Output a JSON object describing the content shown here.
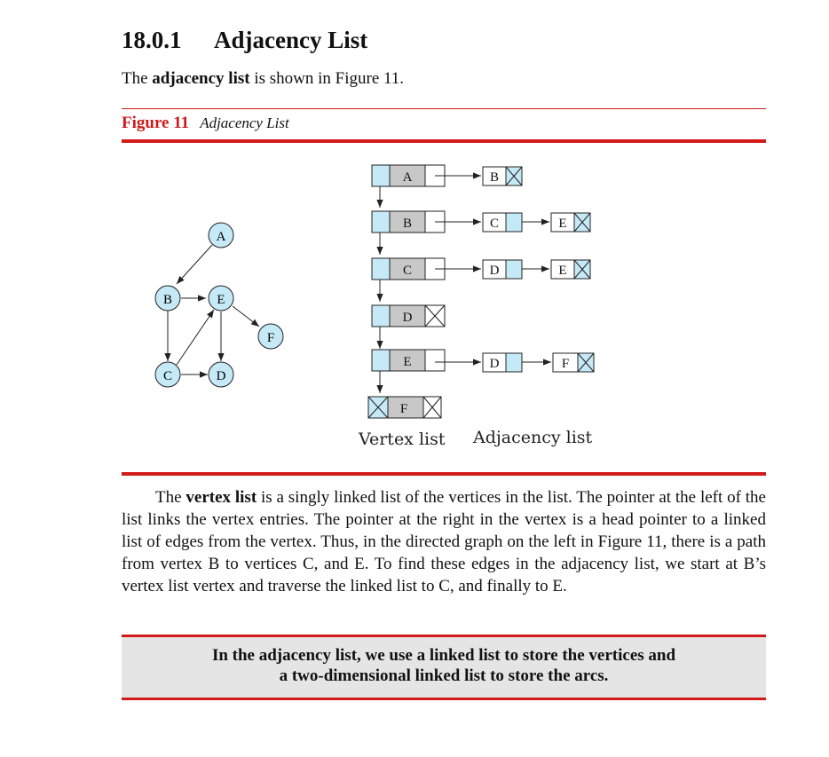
{
  "section": {
    "number": "18.0.1",
    "title": "Adjacency List"
  },
  "intro": {
    "prefix": "The ",
    "bold": "adjacency list",
    "suffix": " is shown in Figure 11."
  },
  "figure": {
    "label": "Figure 11",
    "caption": "Adjacency List",
    "graph_nodes": [
      "A",
      "B",
      "C",
      "D",
      "E",
      "F"
    ],
    "graph_edges": [
      [
        "A",
        "B"
      ],
      [
        "B",
        "E"
      ],
      [
        "B",
        "C"
      ],
      [
        "C",
        "D"
      ],
      [
        "C",
        "E"
      ],
      [
        "E",
        "D"
      ],
      [
        "E",
        "F"
      ]
    ],
    "vertex_list": [
      "A",
      "B",
      "C",
      "D",
      "E",
      "F"
    ],
    "adjacency": {
      "A": [
        "B"
      ],
      "B": [
        "C",
        "E"
      ],
      "C": [
        "D",
        "E"
      ],
      "D": [],
      "E": [
        "D",
        "F"
      ],
      "F": []
    },
    "vertex_list_label": "Vertex list",
    "adjacency_list_label": "Adjacency list",
    "colors": {
      "red": "#d11a1a",
      "node_fill": "#c6e9f7",
      "vertex_fill": "#c8c8c8"
    }
  },
  "paragraph": {
    "part1": "The ",
    "bold": "vertex list",
    "part2": " is a singly linked list of the vertices in the list. The pointer at the left of the list links the vertex entries. The pointer at the right in the vertex is a head pointer to a linked list of edges from the vertex. Thus, in the directed graph on the left in Figure 11, there is a path from vertex B to vertices C, and E. To find these edges in the adjacency list, we start at B’s vertex list vertex and traverse the linked list to C, and finally to E."
  },
  "callout": {
    "line1": "In the adjacency list, we use a linked list to store the vertices and",
    "line2": "a two-dimensional linked list to store the arcs."
  }
}
